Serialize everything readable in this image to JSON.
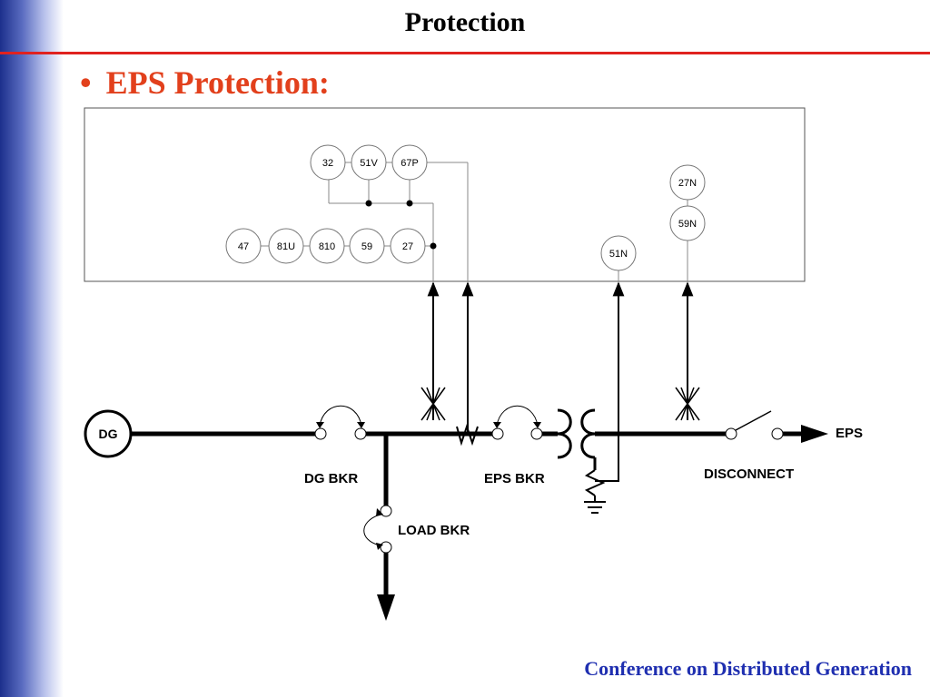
{
  "slide": {
    "title": "Protection",
    "bullet": "EPS Protection:",
    "footer": "Conference on Distributed Generation"
  },
  "relays": {
    "top_row": [
      "32",
      "51V",
      "67P"
    ],
    "bottom_row": [
      "47",
      "81U",
      "810",
      "59",
      "27"
    ],
    "neutral": [
      "51N"
    ],
    "right_column": [
      "27N",
      "59N"
    ]
  },
  "one_line": {
    "generator": "DG",
    "dg_breaker": "DG BKR",
    "eps_breaker": "EPS BKR",
    "load_breaker": "LOAD BKR",
    "disconnect": "DISCONNECT",
    "utility": "EPS"
  },
  "colors": {
    "title_rule": "#e0221f",
    "bullet_text": "#e2401c",
    "footer_text": "#1f2fb0",
    "band_dark": "#1c2f8c"
  }
}
